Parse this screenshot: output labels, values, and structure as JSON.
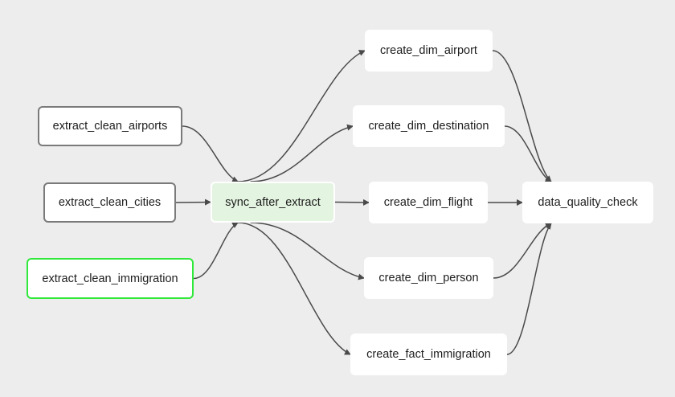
{
  "graph": {
    "nodes": {
      "extract_clean_airports": {
        "label": "extract_clean_airports",
        "state": "none"
      },
      "extract_clean_cities": {
        "label": "extract_clean_cities",
        "state": "none"
      },
      "extract_clean_immigration": {
        "label": "extract_clean_immigration",
        "state": "success"
      },
      "sync_after_extract": {
        "label": "sync_after_extract",
        "state": "sync"
      },
      "create_dim_airport": {
        "label": "create_dim_airport",
        "state": "plain"
      },
      "create_dim_destination": {
        "label": "create_dim_destination",
        "state": "plain"
      },
      "create_dim_flight": {
        "label": "create_dim_flight",
        "state": "plain"
      },
      "create_dim_person": {
        "label": "create_dim_person",
        "state": "plain"
      },
      "create_fact_immigration": {
        "label": "create_fact_immigration",
        "state": "plain"
      },
      "data_quality_check": {
        "label": "data_quality_check",
        "state": "plain"
      }
    },
    "edges": [
      [
        "extract_clean_airports",
        "sync_after_extract"
      ],
      [
        "extract_clean_cities",
        "sync_after_extract"
      ],
      [
        "extract_clean_immigration",
        "sync_after_extract"
      ],
      [
        "sync_after_extract",
        "create_dim_airport"
      ],
      [
        "sync_after_extract",
        "create_dim_destination"
      ],
      [
        "sync_after_extract",
        "create_dim_flight"
      ],
      [
        "sync_after_extract",
        "create_dim_person"
      ],
      [
        "sync_after_extract",
        "create_fact_immigration"
      ],
      [
        "create_dim_airport",
        "data_quality_check"
      ],
      [
        "create_dim_destination",
        "data_quality_check"
      ],
      [
        "create_dim_flight",
        "data_quality_check"
      ],
      [
        "create_dim_person",
        "data_quality_check"
      ],
      [
        "create_fact_immigration",
        "data_quality_check"
      ]
    ]
  },
  "colors": {
    "background": "#ededed",
    "edge": "#4a4a4a",
    "border_none": "#7a7a7a",
    "border_success": "#2fe83a",
    "sync_fill": "#e3f4e0"
  }
}
